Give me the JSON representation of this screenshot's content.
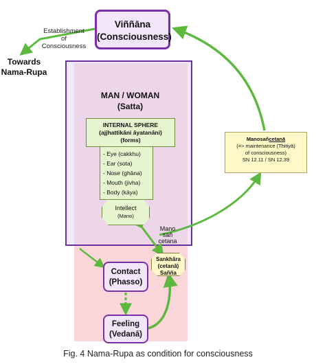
{
  "vinnana": {
    "line1": "Viññāna",
    "line2": "(Consciousness)"
  },
  "establishment": {
    "line1": "Establishment",
    "line2": "of",
    "line3": "Consciousness"
  },
  "towards": {
    "line1": "Towards",
    "line2": "Nama-Rupa"
  },
  "man": {
    "line1": "MAN / WOMAN",
    "line2": "(Satta)"
  },
  "sphere": {
    "line1": "INTERNAL SPHERE",
    "line2": "(ajjhattikāni āyatanāni)",
    "line3": "(forms)"
  },
  "senses": [
    "- Eye (cakkhu)",
    "- Ear (sota)",
    "- Nose (ghāna)",
    "- Mouth (jivha)",
    "- Body (kāya)"
  ],
  "intellect": {
    "line1": "Intellect",
    "line2": "(Mano)"
  },
  "mano_label": {
    "line1": "Mano",
    "line2": "sañ",
    "line3": "cetana"
  },
  "sankhara": {
    "line1": "Sankhāra",
    "line2": "(cetanā)",
    "line3": "Sañña"
  },
  "manosancetana": {
    "title_pre": "Manosañ",
    "title_under": "cetanā",
    "line2": "(=> maintenance (Thitiyā)",
    "line3": "of consciousness)",
    "line4": "SN 12.11 / SN 12.39"
  },
  "contact": {
    "line1": "Contact",
    "line2": "(Phasso)"
  },
  "feeling": {
    "line1": "Feeling",
    "line2": "(Vedanā)"
  },
  "caption": "Fig. 4 Nama-Rupa as condition for consciousness",
  "colors": {
    "arrow": "#5cb83e",
    "frame": "#7a2fa8",
    "pink": "#fbd6d8",
    "green_box": "#e6f4cf",
    "yellow_box": "#fff8c8"
  }
}
